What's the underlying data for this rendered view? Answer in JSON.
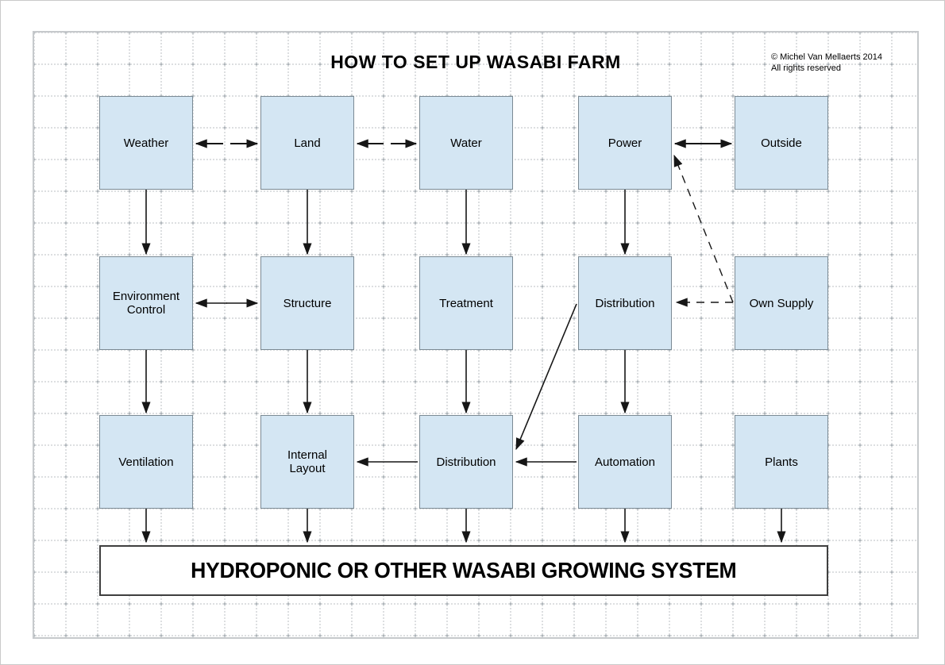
{
  "title": "HOW TO SET UP WASABI FARM",
  "copyright": {
    "line1": "© Michel Van Mellaerts 2014",
    "line2": "All rights reserved"
  },
  "nodes": [
    {
      "id": "weather",
      "label": "Weather",
      "col": 1,
      "row": 1
    },
    {
      "id": "land",
      "label": "Land",
      "col": 2,
      "row": 1
    },
    {
      "id": "water",
      "label": "Water",
      "col": 3,
      "row": 1
    },
    {
      "id": "power",
      "label": "Power",
      "col": 4,
      "row": 1
    },
    {
      "id": "outside",
      "label": "Outside",
      "col": 5,
      "row": 1
    },
    {
      "id": "environment-control",
      "label": "Environment Control",
      "col": 1,
      "row": 2
    },
    {
      "id": "structure",
      "label": "Structure",
      "col": 2,
      "row": 2
    },
    {
      "id": "treatment",
      "label": "Treatment",
      "col": 3,
      "row": 2
    },
    {
      "id": "distribution-power",
      "label": "Distribution",
      "col": 4,
      "row": 2
    },
    {
      "id": "own-supply",
      "label": "Own Supply",
      "col": 5,
      "row": 2
    },
    {
      "id": "ventilation",
      "label": "Ventilation",
      "col": 1,
      "row": 3
    },
    {
      "id": "internal-layout",
      "label": "Internal Layout",
      "col": 2,
      "row": 3
    },
    {
      "id": "distribution-water",
      "label": "Distribution",
      "col": 3,
      "row": 3
    },
    {
      "id": "automation",
      "label": "Automation",
      "col": 4,
      "row": 3
    },
    {
      "id": "plants",
      "label": "Plants",
      "col": 5,
      "row": 3
    }
  ],
  "banner": {
    "label": "HYDROPONIC OR OTHER WASABI GROWING SYSTEM"
  },
  "edges": [
    {
      "from": "weather",
      "to": "land",
      "style": "split-double",
      "line": "solid"
    },
    {
      "from": "land",
      "to": "water",
      "style": "split-double",
      "line": "solid"
    },
    {
      "from": "power",
      "to": "outside",
      "style": "double",
      "line": "solid"
    },
    {
      "from": "environment-control",
      "to": "structure",
      "style": "double",
      "line": "solid"
    },
    {
      "from": "weather",
      "to": "environment-control",
      "style": "arrow",
      "line": "solid"
    },
    {
      "from": "land",
      "to": "structure",
      "style": "arrow",
      "line": "solid"
    },
    {
      "from": "water",
      "to": "treatment",
      "style": "arrow",
      "line": "solid"
    },
    {
      "from": "power",
      "to": "distribution-power",
      "style": "arrow",
      "line": "solid"
    },
    {
      "from": "environment-control",
      "to": "ventilation",
      "style": "arrow",
      "line": "solid"
    },
    {
      "from": "structure",
      "to": "internal-layout",
      "style": "arrow",
      "line": "solid"
    },
    {
      "from": "treatment",
      "to": "distribution-water",
      "style": "arrow",
      "line": "solid"
    },
    {
      "from": "distribution-power",
      "to": "automation",
      "style": "arrow",
      "line": "solid"
    },
    {
      "from": "distribution-power",
      "to": "distribution-water",
      "style": "arrow",
      "line": "solid"
    },
    {
      "from": "distribution-water",
      "to": "internal-layout",
      "style": "arrow",
      "line": "solid"
    },
    {
      "from": "automation",
      "to": "distribution-water",
      "style": "arrow",
      "line": "solid"
    },
    {
      "from": "own-supply",
      "to": "power",
      "style": "arrow",
      "line": "dashed"
    },
    {
      "from": "own-supply",
      "to": "distribution-power",
      "style": "arrow",
      "line": "dashed"
    },
    {
      "from": "ventilation",
      "to": "growing-system",
      "style": "arrow",
      "line": "solid"
    },
    {
      "from": "internal-layout",
      "to": "growing-system",
      "style": "arrow",
      "line": "solid"
    },
    {
      "from": "distribution-water",
      "to": "growing-system",
      "style": "arrow",
      "line": "solid"
    },
    {
      "from": "automation",
      "to": "growing-system",
      "style": "arrow",
      "line": "solid"
    },
    {
      "from": "plants",
      "to": "growing-system",
      "style": "arrow",
      "line": "solid"
    }
  ],
  "colors": {
    "node_fill": "#d4e6f3",
    "node_border": "#7b8a94",
    "arrow": "#161616",
    "banner_border": "#3f3f3f",
    "page_border": "#c6c9cc",
    "grid_dot": "#c6cacd"
  }
}
